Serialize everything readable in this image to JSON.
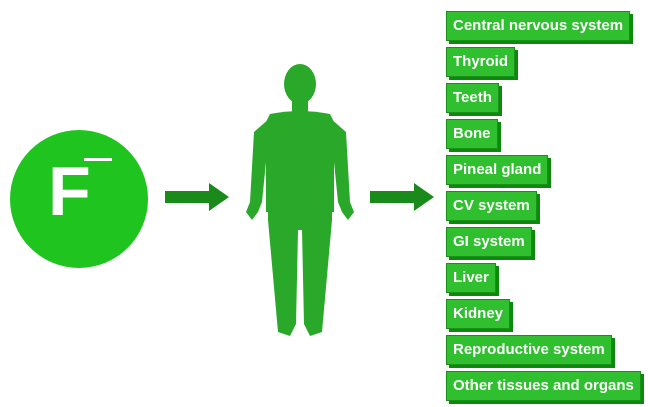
{
  "fluoride": {
    "symbol": "F",
    "charge": "—"
  },
  "colors": {
    "green": "#1fc41f",
    "body": "#2aa82a",
    "arrow": "#1a8a1a",
    "box": "#2fbf2f"
  },
  "icons": [
    "arrow-right-icon",
    "human-body-icon"
  ],
  "organs": [
    "Central nervous system",
    "Thyroid",
    "Teeth",
    "Bone",
    "Pineal gland",
    "CV system",
    "GI system",
    "Liver",
    "Kidney",
    "Reproductive system",
    "Other tissues and organs"
  ]
}
